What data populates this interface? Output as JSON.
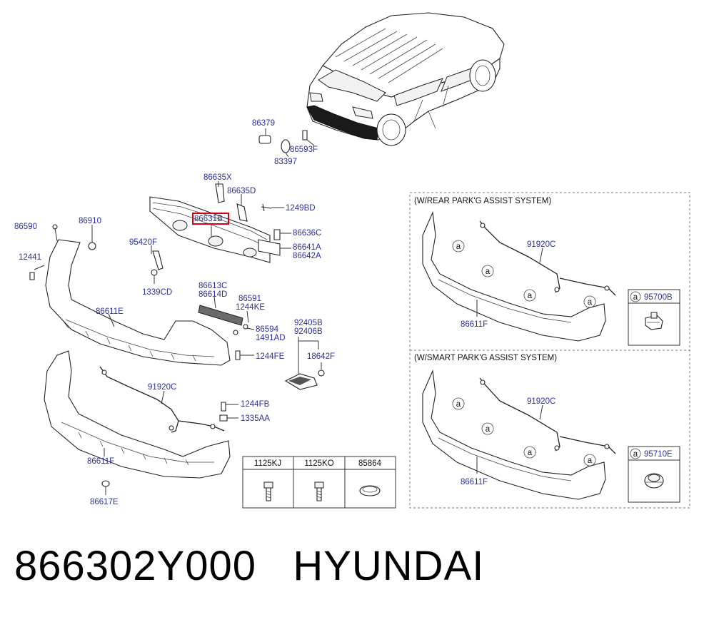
{
  "caption": {
    "part_number": "866302Y000",
    "brand": "HYUNDAI"
  },
  "highlight_color": "#d0021b",
  "label_color": "#2b2f9e",
  "labels": {
    "p86379": "86379",
    "p83397": "83397",
    "p86593F": "86593F",
    "p86635X": "86635X",
    "p86635D": "86635D",
    "p86631B": "86631B",
    "p1249BD": "1249BD",
    "p86590": "86590",
    "p86910": "86910",
    "p95420F": "95420F",
    "p86636C": "86636C",
    "p86641A": "86641A",
    "p86642A": "86642A",
    "p12441": "12441",
    "p1339CD": "1339CD",
    "p86613C": "86613C",
    "p86614D": "86614D",
    "p86591": "86591",
    "p1244KE": "1244KE",
    "p86611E": "86611E",
    "p86594": "86594",
    "p1491AD": "1491AD",
    "p92405B": "92405B",
    "p92406B": "92406B",
    "p18642F": "18642F",
    "p1244FE": "1244FE",
    "p91920C_main": "91920C",
    "p1244FB": "1244FB",
    "p1335AA": "1335AA",
    "p86611F_main": "86611F",
    "p86617E": "86617E"
  },
  "fastener_table": {
    "headers": [
      "1125KJ",
      "1125KO",
      "85864"
    ]
  },
  "options": [
    {
      "title": "(W/REAR PARK'G ASSIST SYSTEM)",
      "wiring": "91920C",
      "bumper": "86611F",
      "callout": "a",
      "sensor_code": "95700B"
    },
    {
      "title": "(W/SMART PARK'G ASSIST SYSTEM)",
      "wiring": "91920C",
      "bumper": "86611F",
      "callout": "a",
      "sensor_code": "95710E"
    }
  ]
}
